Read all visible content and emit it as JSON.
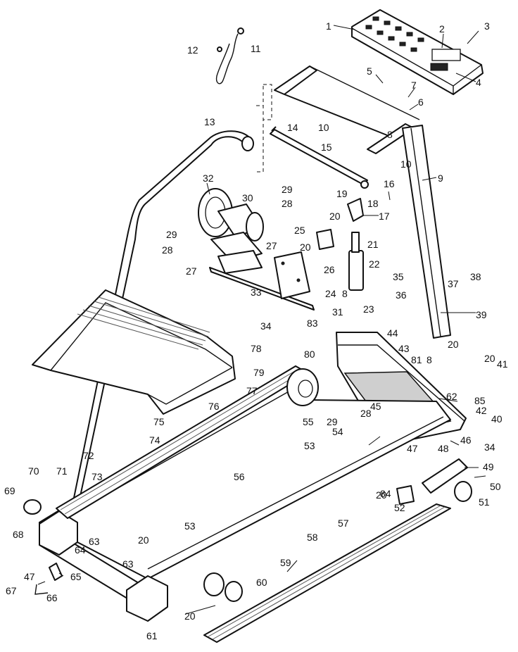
{
  "callouts": [
    {
      "id": "c1",
      "text": "1"
    },
    {
      "id": "c2",
      "text": "2"
    },
    {
      "id": "c3",
      "text": "3"
    },
    {
      "id": "c4",
      "text": "4"
    },
    {
      "id": "c5",
      "text": "5"
    },
    {
      "id": "c6",
      "text": "6"
    },
    {
      "id": "c7",
      "text": "7"
    },
    {
      "id": "c8a",
      "text": "8"
    },
    {
      "id": "c8b",
      "text": "8"
    },
    {
      "id": "c8c",
      "text": "8"
    },
    {
      "id": "c9",
      "text": "9"
    },
    {
      "id": "c10a",
      "text": "10"
    },
    {
      "id": "c10b",
      "text": "10"
    },
    {
      "id": "c11",
      "text": "11"
    },
    {
      "id": "c12",
      "text": "12"
    },
    {
      "id": "c13",
      "text": "13"
    },
    {
      "id": "c14",
      "text": "14"
    },
    {
      "id": "c15",
      "text": "15"
    },
    {
      "id": "c16",
      "text": "16"
    },
    {
      "id": "c17",
      "text": "17"
    },
    {
      "id": "c18",
      "text": "18"
    },
    {
      "id": "c19",
      "text": "19"
    },
    {
      "id": "c20a",
      "text": "20"
    },
    {
      "id": "c20b",
      "text": "20"
    },
    {
      "id": "c20c",
      "text": "20"
    },
    {
      "id": "c20d",
      "text": "20"
    },
    {
      "id": "c20e",
      "text": "20"
    },
    {
      "id": "c20f",
      "text": "20"
    },
    {
      "id": "c20g",
      "text": "20"
    },
    {
      "id": "c21",
      "text": "21"
    },
    {
      "id": "c22",
      "text": "22"
    },
    {
      "id": "c23",
      "text": "23"
    },
    {
      "id": "c24",
      "text": "24"
    },
    {
      "id": "c25",
      "text": "25"
    },
    {
      "id": "c26",
      "text": "26"
    },
    {
      "id": "c27a",
      "text": "27"
    },
    {
      "id": "c27b",
      "text": "27"
    },
    {
      "id": "c28a",
      "text": "28"
    },
    {
      "id": "c28b",
      "text": "28"
    },
    {
      "id": "c28c",
      "text": "28"
    },
    {
      "id": "c29a",
      "text": "29"
    },
    {
      "id": "c29b",
      "text": "29"
    },
    {
      "id": "c29c",
      "text": "29"
    },
    {
      "id": "c30",
      "text": "30"
    },
    {
      "id": "c31",
      "text": "31"
    },
    {
      "id": "c32",
      "text": "32"
    },
    {
      "id": "c33",
      "text": "33"
    },
    {
      "id": "c34a",
      "text": "34"
    },
    {
      "id": "c34b",
      "text": "34"
    },
    {
      "id": "c35",
      "text": "35"
    },
    {
      "id": "c36",
      "text": "36"
    },
    {
      "id": "c37",
      "text": "37"
    },
    {
      "id": "c38",
      "text": "38"
    },
    {
      "id": "c39",
      "text": "39"
    },
    {
      "id": "c40",
      "text": "40"
    },
    {
      "id": "c41",
      "text": "41"
    },
    {
      "id": "c42",
      "text": "42"
    },
    {
      "id": "c43",
      "text": "43"
    },
    {
      "id": "c44",
      "text": "44"
    },
    {
      "id": "c45",
      "text": "45"
    },
    {
      "id": "c46",
      "text": "46"
    },
    {
      "id": "c47a",
      "text": "47"
    },
    {
      "id": "c47b",
      "text": "47"
    },
    {
      "id": "c48",
      "text": "48"
    },
    {
      "id": "c49",
      "text": "49"
    },
    {
      "id": "c50",
      "text": "50"
    },
    {
      "id": "c51",
      "text": "51"
    },
    {
      "id": "c52",
      "text": "52"
    },
    {
      "id": "c53a",
      "text": "53"
    },
    {
      "id": "c53b",
      "text": "53"
    },
    {
      "id": "c54",
      "text": "54"
    },
    {
      "id": "c55",
      "text": "55"
    },
    {
      "id": "c56",
      "text": "56"
    },
    {
      "id": "c57",
      "text": "57"
    },
    {
      "id": "c58",
      "text": "58"
    },
    {
      "id": "c59",
      "text": "59"
    },
    {
      "id": "c60",
      "text": "60"
    },
    {
      "id": "c61",
      "text": "61"
    },
    {
      "id": "c62",
      "text": "62"
    },
    {
      "id": "c63a",
      "text": "63"
    },
    {
      "id": "c63b",
      "text": "63"
    },
    {
      "id": "c64",
      "text": "64"
    },
    {
      "id": "c65",
      "text": "65"
    },
    {
      "id": "c66",
      "text": "66"
    },
    {
      "id": "c67",
      "text": "67"
    },
    {
      "id": "c68",
      "text": "68"
    },
    {
      "id": "c69",
      "text": "69"
    },
    {
      "id": "c70",
      "text": "70"
    },
    {
      "id": "c71",
      "text": "71"
    },
    {
      "id": "c72",
      "text": "72"
    },
    {
      "id": "c73",
      "text": "73"
    },
    {
      "id": "c74",
      "text": "74"
    },
    {
      "id": "c75",
      "text": "75"
    },
    {
      "id": "c76",
      "text": "76"
    },
    {
      "id": "c77",
      "text": "77"
    },
    {
      "id": "c78",
      "text": "78"
    },
    {
      "id": "c79",
      "text": "79"
    },
    {
      "id": "c80",
      "text": "80"
    },
    {
      "id": "c81",
      "text": "81"
    },
    {
      "id": "c83",
      "text": "83"
    },
    {
      "id": "c84",
      "text": "84"
    },
    {
      "id": "c85",
      "text": "85"
    }
  ]
}
